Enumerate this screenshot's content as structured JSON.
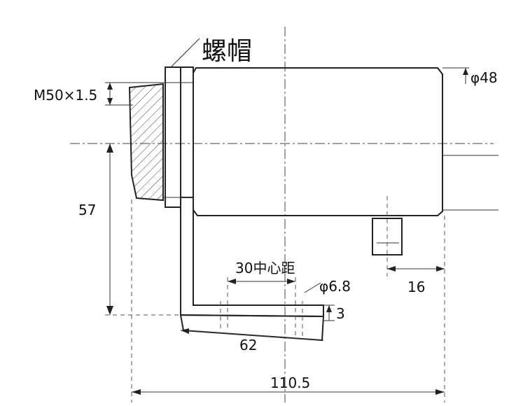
{
  "labels": {
    "part_name": "螺帽",
    "thread": "M50×1.5",
    "diameter_body": "φ48",
    "height_offset": "57",
    "center_distance": "30中心距",
    "hole_diameter": "φ6.8",
    "plate_thickness": "3",
    "plate_length": "62",
    "pin_offset": "16",
    "overall_length": "110.5"
  },
  "colors": {
    "line": "#222222",
    "hatch": "#444444",
    "background": "#ffffff"
  }
}
